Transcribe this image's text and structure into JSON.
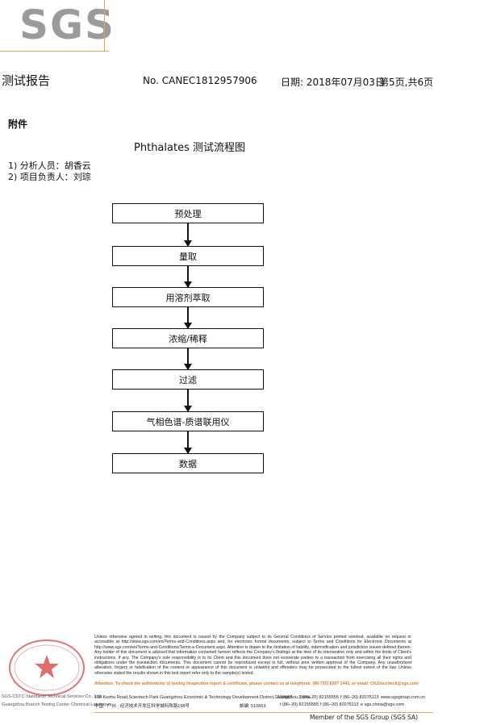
{
  "logo": {
    "text": "SGS"
  },
  "header": {
    "title": "测试报告",
    "report_no": "No. CANEC1812957906",
    "date": "日期: 2018年07月03日",
    "page": "第5页,共6页"
  },
  "appendix": "附件",
  "doc_title": "Phthalates 测试流程图",
  "staff": [
    "1)  分析人员：胡香云",
    "2)  项目负责人：刘琮"
  ],
  "flow_steps": [
    "预处理",
    "量取",
    "用溶剂萃取",
    "浓缩/稀释",
    "过滤",
    "气相色谱-质谱联用仪",
    "数据"
  ],
  "footer": {
    "terms": "Unless otherwise agreed in writing, this document is issued by the Company subject to its General Conditions of Service printed overleaf, available on request or accessible at http://www.sgs.com/en/Terms-and-Conditions.aspx and, for electronic format documents, subject to Terms and Conditions for Electronic Documents at http://www.sgs.com/en/Terms-and-Conditions/Terms-e-Document.aspx. Attention is drawn to the limitation of liability, indemnification and jurisdiction issues defined therein. Any holder of this document is advised that information contained hereon reflects the Company's findings at the time of its intervention only and within the limits of Client's instructions, if any. The Company's sole responsibility is to its Client and this document does not exonerate parties to a transaction from exercising all their rights and obligations under the transaction documents. This document cannot be reproduced except in full, without prior written approval of the Company. Any unauthorized alteration, forgery or falsification of the content or appearance of this document is unlawful and offenders may be prosecuted to the fullest extent of the law. Unless otherwise stated the results shown in this test report refer only to the sample(s) tested .",
    "attention": "Attention: To check the authenticity of testing /inspection report & certificate, please contact us at telephone: (86-755) 8307 1443, or email: CN.Doccheck@sgs.com",
    "address_en": "198 Kezhu Road,Scientech Park Guangzhou Economic & Technology Development District,Guangzhou,China",
    "postcode_en": "510663",
    "tel_en": "t  (86–20) 82155555",
    "fax_en": "f  (86–20) 82075113",
    "web": "www.sgsgroup.com.cn",
    "address_cn": "中国 · 广州 · 经济技术开发区科学城科珠路198号",
    "postcode_cn": "邮编: 510663",
    "tel_cn": "t  (86–20) 82155555",
    "fax_cn": "f  (86–20) 82075113",
    "email": "e  sgs.china@sgs.com",
    "member": "Member of the SGS Group (SGS SA)"
  },
  "stamp": {
    "line1": "SGS-CSTC Standards Technical Services Co., Ltd.",
    "line2": "Guangzhou Branch Testing Center Chemical Laboratory"
  },
  "colors": {
    "accent": "#e8a060",
    "logo_gray": "#9b9b9b",
    "attention": "#d47a2a",
    "stamp_red": "#d9534f"
  }
}
